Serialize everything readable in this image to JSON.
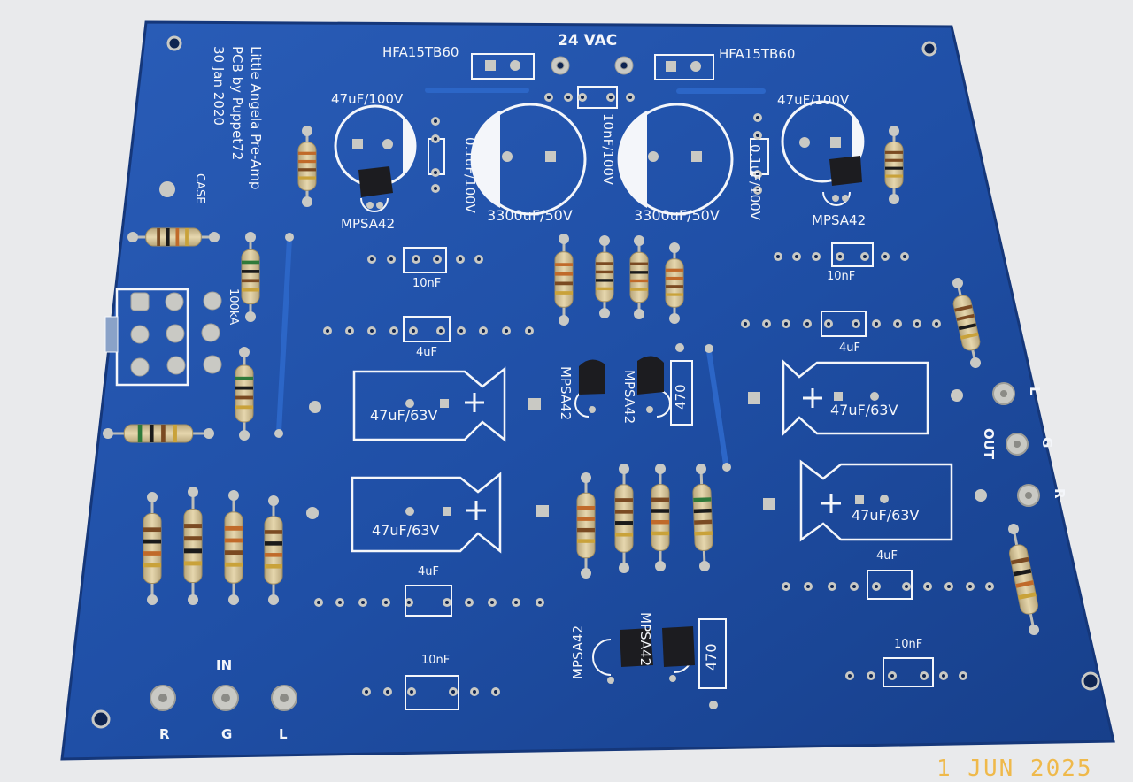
{
  "silkscreen": {
    "title_line1": "Little Angela Pre-Amp",
    "title_line2": "PCB by Puppet72",
    "title_line3": "30 Jan 2020",
    "power": "24 VAC",
    "diode": "HFA15TB60",
    "cap_small": "47uF/100V",
    "cap_film_10n100": "10nF/100V",
    "cap_film_01u": "0.1uF/100V",
    "cap_big": "3300uF/50V",
    "transistor": "MPSA42",
    "cap_10nf": "10nF",
    "cap_4uf": "4uF",
    "cap_47u63": "47uF/63V",
    "res_470": "470",
    "case": "CASE",
    "pot": "100kA",
    "in": "IN",
    "out": "OUT",
    "ch_r": "R",
    "ch_g": "G",
    "ch_l": "L"
  },
  "date_stamp": "1 JUN 2025",
  "colors": {
    "board": "#1f4fa6",
    "silkscreen": "#f4f6fa",
    "pad": "#c9c9c4",
    "resistor_body": "#d9c79c",
    "transistor_body": "#1c1c20",
    "date_stamp": "#f0b43a"
  }
}
